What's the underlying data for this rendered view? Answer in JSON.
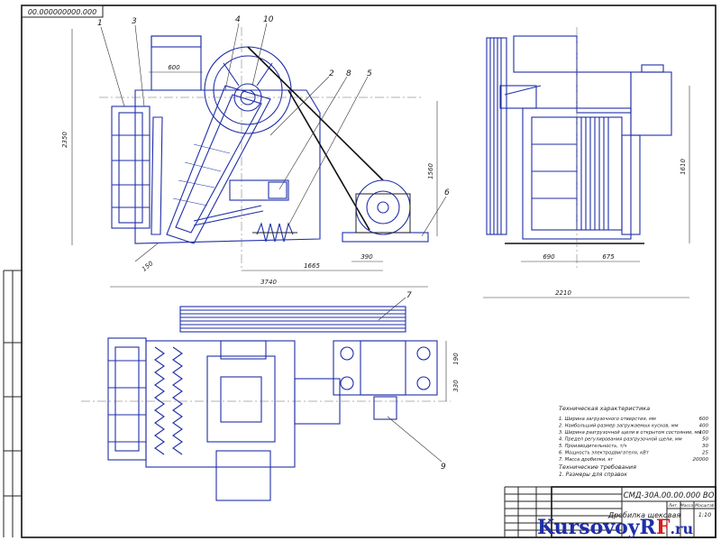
{
  "stamp": {
    "doc_code": "00.000000000.000"
  },
  "views": {
    "front": {
      "dims": {
        "d_600": "600",
        "d_1560": "1560",
        "d_2350": "2350",
        "d_1665": "1665",
        "d_3740": "3740",
        "d_390": "390",
        "d_150": "150"
      },
      "callouts": [
        "1",
        "3",
        "4",
        "10",
        "2",
        "8",
        "5",
        "6"
      ]
    },
    "side": {
      "dims": {
        "d_690": "690",
        "d_675": "675",
        "d_1610": "1610",
        "d_2210": "2210"
      }
    },
    "plan": {
      "dims": {
        "d_190": "190",
        "d_330": "330"
      },
      "callouts": [
        "7",
        "9"
      ]
    }
  },
  "specs": {
    "title": "Техническая характеристика",
    "rows": [
      {
        "label": "1. Ширина загрузочного отверстия, мм",
        "value": "600"
      },
      {
        "label": "2. Наибольший размер загружаемых кусков, мм",
        "value": "400"
      },
      {
        "label": "3. Ширина разгрузочной щели в открытом состоянии, мм",
        "value": "100"
      },
      {
        "label": "4. Предел регулирования разгрузочной щели, мм",
        "value": "50"
      },
      {
        "label": "5. Производительность, т/ч",
        "value": "30"
      },
      {
        "label": "6. Мощность электродвигателя, кВт",
        "value": "25"
      },
      {
        "label": "7. Масса дробилки, кг",
        "value": "20000"
      }
    ],
    "req_title": "Технические требования",
    "req_rows": [
      "1. Размеры для справок"
    ]
  },
  "title_block": {
    "code": "СМД-30А.00.00.000 ВО",
    "name": "Дробилка щековая",
    "scale": "1:10",
    "sheet_label": "Лит.",
    "mass_label": "Масса",
    "scale_label": "Масштаб"
  },
  "watermark": {
    "text_main": "KursovoyR",
    "text_f": "F",
    "text_tld": ".ru"
  }
}
